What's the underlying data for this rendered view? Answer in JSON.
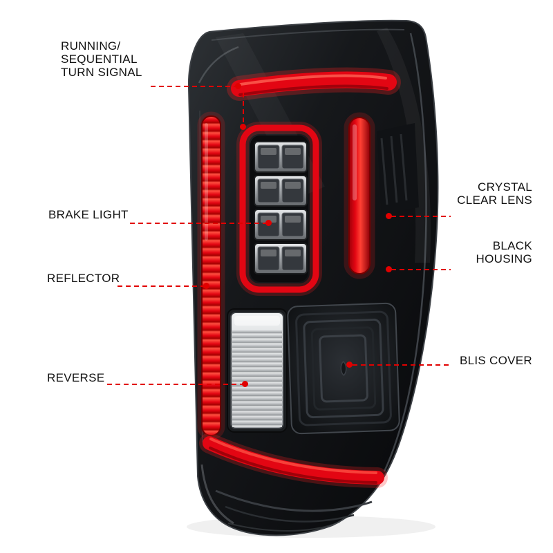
{
  "colors": {
    "leader": "#e10000",
    "led_red": "#e30613",
    "housing_black": "#0b0c0e",
    "background": "#ffffff"
  },
  "callouts": {
    "turn_signal": {
      "lines": [
        "RUNNING/",
        "SEQUENTIAL",
        "TURN SIGNAL"
      ]
    },
    "brake": {
      "lines": [
        "BRAKE LIGHT"
      ]
    },
    "reflector": {
      "lines": [
        "REFLECTOR"
      ]
    },
    "reverse": {
      "lines": [
        "REVERSE"
      ]
    },
    "crystal": {
      "lines": [
        "CRYSTAL",
        "CLEAR LENS"
      ]
    },
    "black_housing": {
      "lines": [
        "BLACK",
        "HOUSING"
      ]
    },
    "blis": {
      "lines": [
        "BLIS COVER"
      ]
    }
  }
}
